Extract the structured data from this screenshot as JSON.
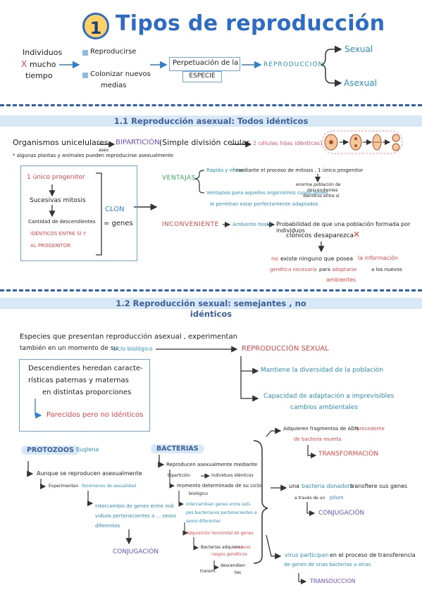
{
  "header": {
    "badge": "1",
    "title": "Tipos de reproducción"
  },
  "intro": {
    "individuos": "Individuos",
    "x": "X",
    "mucho": "mucho",
    "tiempo": "tiempo",
    "reproducirse": "Reproducirse",
    "colonizar": "Colonizar nuevos",
    "medias": "medias",
    "perpetuacion": "Perpetuación de la",
    "especie": "ESPECIE",
    "reproduccion": "REPRODUCCIÓN",
    "sexual": "Sexual",
    "asexual": "Asexual"
  },
  "section1": {
    "title": "1.1 Reproducción asexual: Todos idénticos",
    "organismos": "Organismos unicelulares",
    "asex": "asex.",
    "biparticion": "BIPARTICIÓN",
    "simple": "(Simple división celular",
    "dos_celulas": "2 células hijas idénticas)",
    "nota": "* algunas plantas y animales pueden reproducirse asexualmente",
    "unico_progenitor": "1 único progenitor",
    "sucesivas": "Sucesivas mitosis",
    "cantidad": "Cantidad de descendientes",
    "identicos": "IDÉNTICOS ENTRE SÍ Y",
    "al_progenitor": "AL PROGENITOR",
    "clon": "CLON",
    "genes": "= genes",
    "ventajas": "VENTAJAS",
    "rapida": "Rápida y eficaz",
    "mediante": ": mediante el proceso de mitosis , 1 único progenitor",
    "enorme": "enorme población de",
    "descendientes": "descendientes",
    "identicos_entre_si": "idénticos entre sí",
    "ventajoso": "Ventajoso para aquellos organismos cuyos genes",
    "permiten": "le permitan estar perfectamente adaptados",
    "inconveniente": "INCONVENIENTE",
    "ambiente_hostil": "Ambiente hostil",
    "probabilidad": "Probabilidad de que una población formada por individuos",
    "clonicos": "clónicos desaparezca",
    "no_existe": "no",
    "existe": "existe ninguno que posea",
    "la_info": "la información",
    "genetica": "genética necesaria",
    "para": "para",
    "adaptarse": "adaptarse",
    "a_los": "a los nuevos",
    "ambientes": "ambientes"
  },
  "section2": {
    "title_line1": "1.2 Reproducción sexual: semejantes , no",
    "title_line2": "idénticos",
    "especies": "Especies que presentan reproducción asexual , experimentan",
    "tambien": "también en un momento de su",
    "ciclo": "ciclo biológico",
    "repro_sexual": "REPRODUCCIÓN SEXUAL",
    "desc1": "Descendientes heredan caracte-",
    "desc2": "rísticas paternas y maternas",
    "desc3": "en distintas proporciones",
    "parecidos": "Parecidos pero no idénticos",
    "mantiene": "Mantiene la diversidad de la población",
    "capacidad": "Capacidad de adaptación a imprevisibles",
    "cambios": "cambios ambientales"
  },
  "section3": {
    "protozoos": "PROTOZOOS",
    "euglena": "Euglena",
    "aunque": "Aunque se reproducen asexualmente",
    "experimentan": "Experimentan",
    "fenomeno": "fenómenos de sexualidad",
    "intercambio1": "Intercambio de genes entre indi",
    "intercambio2": "viduos pertenecientes a ... sexos",
    "intercambio3": "diferentes",
    "conjugacion1": "CONJUGACIÓN",
    "bacterias": "BACTERIAS",
    "reproducen": "Reproducen asexualmente mediante",
    "biparticion_ind": "bipartición",
    "individuos_identicos": "individuos idénticos",
    "momento": "momento determinado de su ciclo",
    "biologico": "biológico",
    "intercambian1": "Intercambian genes entre esti-",
    "intercambian2": "pes bacterianos pertenecientes a",
    "intercambian3": "sexos diferentes",
    "adquisicion": "Adquisición horizontal de genes",
    "bact_adq1": "Bacterias adquieren",
    "nuevos": "nuevos",
    "rasgos": "rasgos genéticos",
    "descendientes": "descendien-",
    "tes": "tes",
    "fuera": "transm.",
    "adquieren": "Adquieren fragmentos de ADN",
    "procedente": "procedente",
    "de_bacteria": "de bacteria muerta",
    "transformacion": "TRANSFORMACIÓN",
    "una_bacteria": "una",
    "donadora": "bacteria donadora",
    "transfiere": "transfiere sus genes",
    "a_traves": "a través de un",
    "pilum": "pilum",
    "conjugacion2": "CONJUGACIÓN",
    "virus": "virus participan",
    "en_el": "en el proceso de transferencia",
    "de_genes": "de genes de unas bacterias a otras",
    "transduccion": "TRANSDUCCIÓN"
  }
}
